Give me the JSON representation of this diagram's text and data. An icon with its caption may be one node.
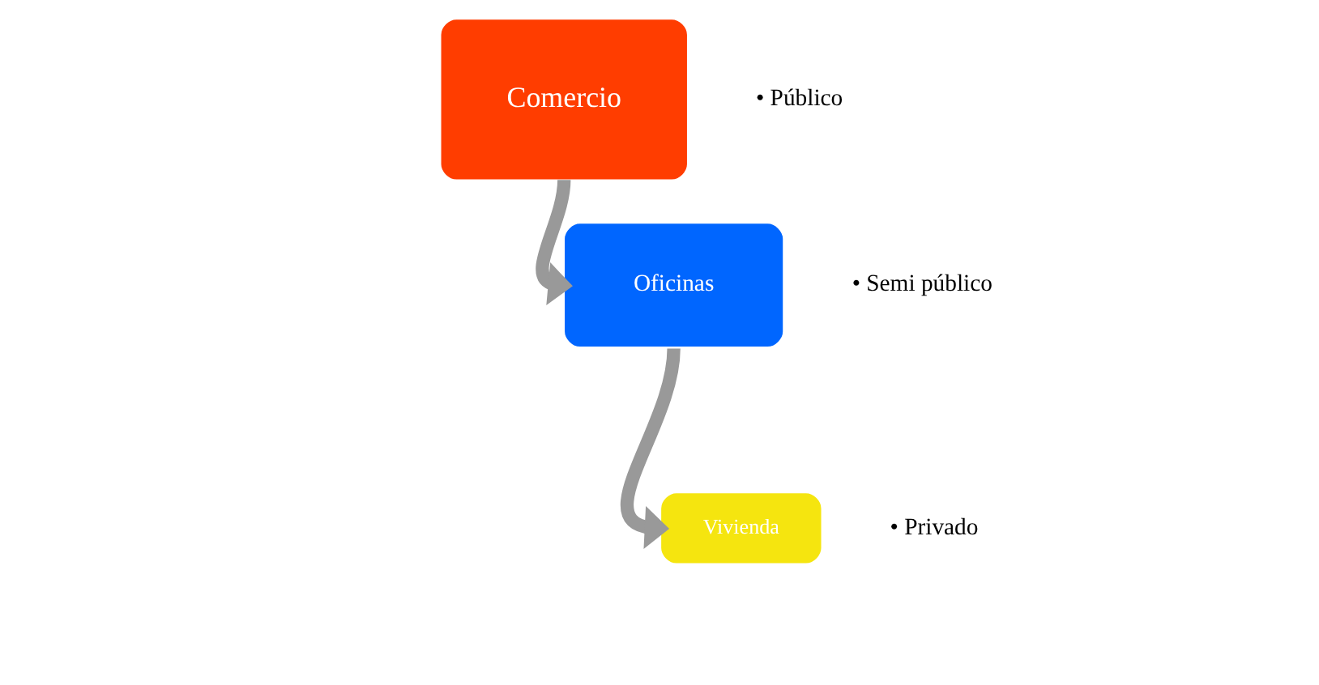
{
  "diagram": {
    "nodes": [
      {
        "text": [
          "Comercio"
        ],
        "beside": [
          "• Público"
        ]
      },
      {
        "text": [
          "Oficinas"
        ],
        "beside": [
          "• Semi público"
        ]
      },
      {
        "text": [
          "Vivienda"
        ],
        "beside": [
          "• Privado"
        ]
      }
    ],
    "edges": [
      {
        "from": 0,
        "to": 1,
        "arrow": "to"
      },
      {
        "from": 1,
        "to": 2,
        "arrow": "to"
      }
    ]
  }
}
